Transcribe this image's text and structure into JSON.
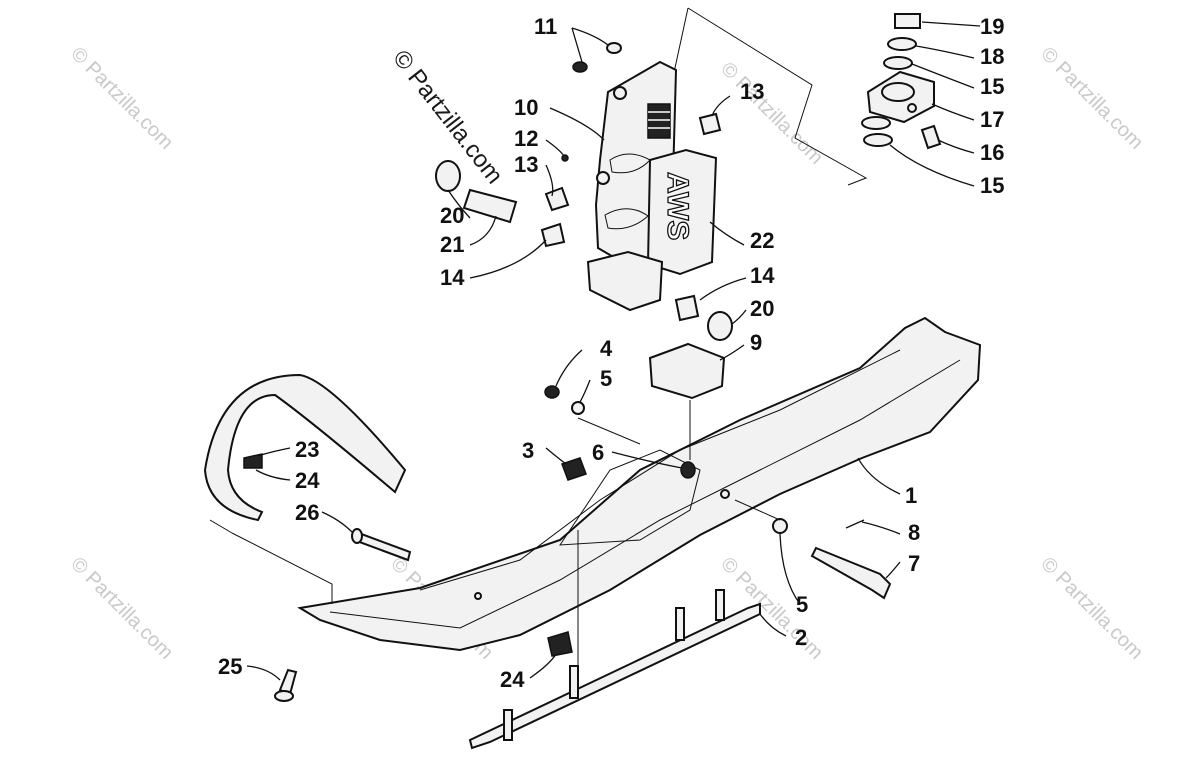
{
  "watermark": {
    "main_text": "© Partzilla.com",
    "tile_text": "© Partzilla.com"
  },
  "decal_text": "AWS",
  "callouts": [
    "1",
    "2",
    "3",
    "4",
    "5",
    "5",
    "6",
    "7",
    "8",
    "9",
    "10",
    "11",
    "12",
    "13",
    "13",
    "14",
    "14",
    "15",
    "15",
    "16",
    "17",
    "18",
    "19",
    "20",
    "20",
    "21",
    "22",
    "23",
    "24",
    "24",
    "25",
    "26"
  ]
}
